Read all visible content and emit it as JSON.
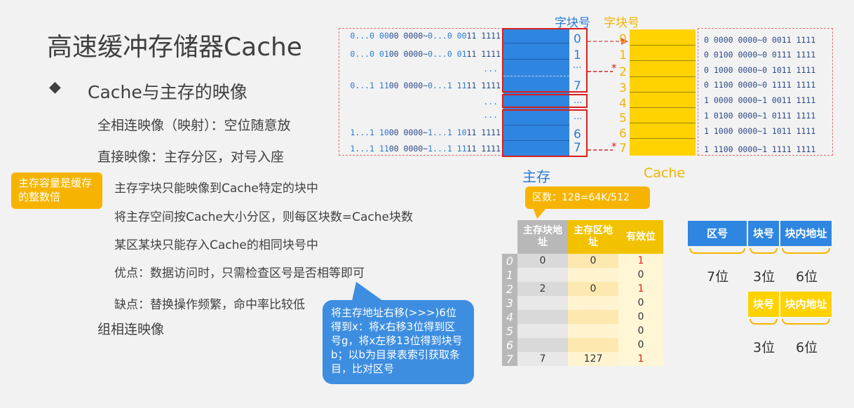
{
  "title": "高速缓冲存储器Cache",
  "bullet_symbol": "◆",
  "subtitle": "Cache与主存的映像",
  "lines": {
    "fully_assoc": "全相连映像（映射）：空位随意放",
    "direct": "直接映像：主存分区，对号入座",
    "d1": "主存字块只能映像到Cache特定的块中",
    "d2": "将主存空间按Cache大小分区，则每区块数=Cache块数",
    "d3": "某区某块只能存入Cache的相同块号中",
    "pros": "优点：数据访问时，只需检查区号是否相等即可",
    "cons": "缺点：替换操作频繁，命中率比较低",
    "set_assoc": "组相连映像"
  },
  "callout_left": "主存容量是缓存的整数倍",
  "callout_blue": "将主存地址右移(>>>)6位得到x：将x右移3位得到区号g，将x左移13位得到块号b；以b为目录表索引获取条目，比对区号",
  "callout_zone": "区数：128=64K/512",
  "diagram": {
    "main_label": "字块号",
    "cache_label": "字块号",
    "main_name": "主存",
    "cache_name": "Cache",
    "main_block_nums": [
      "0",
      "1",
      "...",
      "7",
      "...",
      "...",
      "6",
      "7"
    ],
    "cache_block_nums": [
      "0",
      "1",
      "2",
      "3",
      "4",
      "5",
      "6",
      "7"
    ],
    "marker_2": "*",
    "marker_7": "*",
    "left_addresses": [
      {
        "p": "0...0 00",
        "s": "00 0000~",
        "p2": "0...0 00",
        "s2": "11 1111"
      },
      {
        "p": "0...0 01",
        "s": "00 0000~",
        "p2": "0...0 01",
        "s2": "11 1111"
      },
      {
        "p": "",
        "s": "...",
        "p2": "",
        "s2": ""
      },
      {
        "p": "0...1 11",
        "s": "00 0000~",
        "p2": "0...1 11",
        "s2": "11 1111"
      },
      {
        "p": "",
        "s": "...",
        "p2": "",
        "s2": ""
      },
      {
        "p": "",
        "s": "...",
        "p2": "",
        "s2": ""
      },
      {
        "p": "1...1 10",
        "s": "00 0000~",
        "p2": "1...1 10",
        "s2": "11 1111"
      },
      {
        "p": "1...1 11",
        "s": "00 0000~",
        "p2": "1...1 11",
        "s2": "11 1111"
      }
    ],
    "right_addresses": [
      "0 0000 0000~0 0011 1111",
      "0 0100 0000~0 0111 1111",
      "0 1000 0000~0 1011 1111",
      "0 1100 0000~0 1111 1111",
      "1 0000 0000~1 0011 1111",
      "1 0100 0000~1 0111 1111",
      "1 1000 0000~1 1011 1111",
      "1 1100 0000~1 1111 1111"
    ]
  },
  "table": {
    "headers": [
      "主存块地址",
      "主存区地址",
      "有效位"
    ],
    "rows": [
      {
        "idx": "0",
        "block": "0",
        "zone": "0",
        "valid": "1"
      },
      {
        "idx": "1",
        "block": "",
        "zone": "",
        "valid": "0"
      },
      {
        "idx": "2",
        "block": "2",
        "zone": "0",
        "valid": "1"
      },
      {
        "idx": "3",
        "block": "",
        "zone": "",
        "valid": "0"
      },
      {
        "idx": "4",
        "block": "",
        "zone": "",
        "valid": "0"
      },
      {
        "idx": "5",
        "block": "",
        "zone": "",
        "valid": "0"
      },
      {
        "idx": "6",
        "block": "",
        "zone": "",
        "valid": "0"
      },
      {
        "idx": "7",
        "block": "7",
        "zone": "127",
        "valid": "1"
      }
    ]
  },
  "format1": {
    "fields": [
      "区号",
      "块号",
      "块内地址"
    ],
    "bits": [
      "7位",
      "3位",
      "6位"
    ]
  },
  "format2": {
    "fields": [
      "块号",
      "块内地址"
    ],
    "bits": [
      "3位",
      "6位"
    ]
  },
  "colors": {
    "blue": "#2f86e0",
    "yellow": "#ffd200",
    "orange": "#f6b400",
    "red": "#e02020"
  }
}
